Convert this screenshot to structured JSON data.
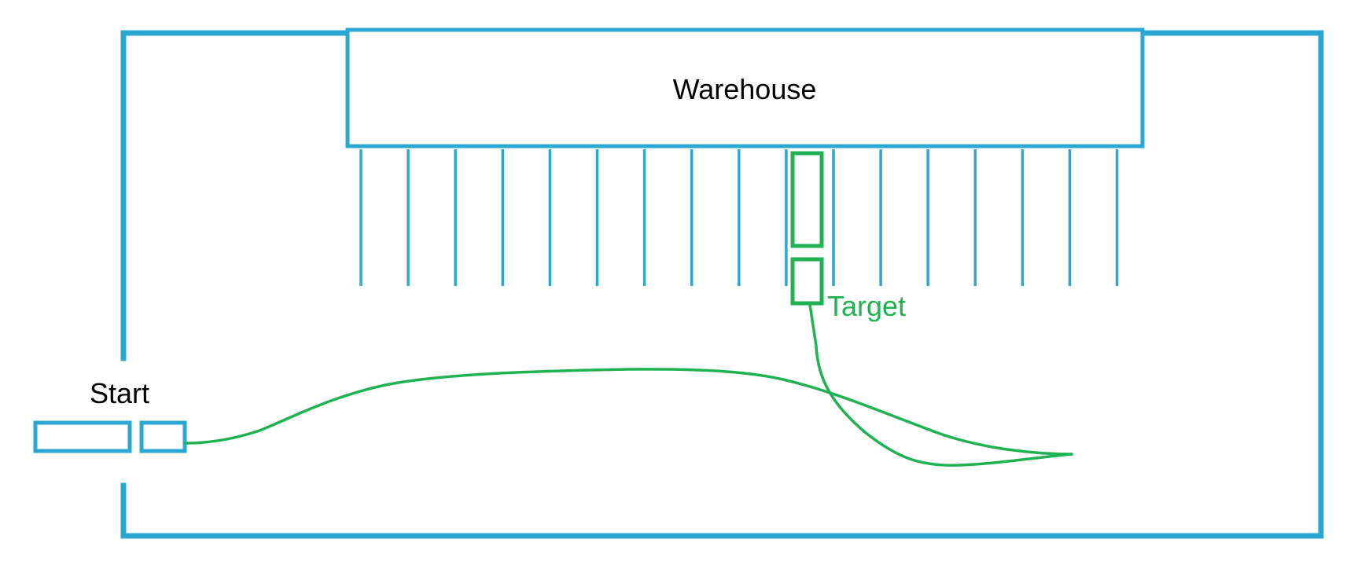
{
  "labels": {
    "warehouse": "Warehouse",
    "start": "Start",
    "target": "Target"
  },
  "colors": {
    "structure": "#2ba8d2",
    "path": "#1fb253",
    "text": "#000000",
    "background": "#ffffff"
  },
  "docks": {
    "count": 17,
    "highlighted_index": 9
  }
}
